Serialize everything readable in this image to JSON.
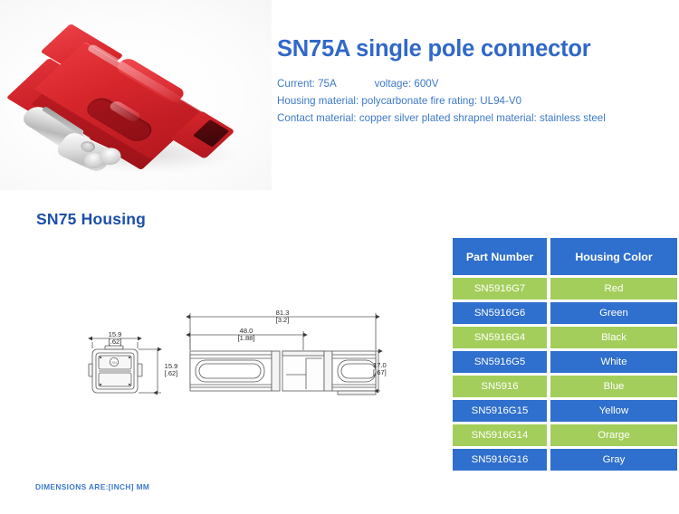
{
  "header": {
    "title": "SN75A single pole connector",
    "specs": [
      {
        "left": "Current: 75A",
        "right": "voltage: 600V"
      },
      {
        "left": "Housing material: polycarbonate fire rating: UL94-V0",
        "right": ""
      },
      {
        "left": "Contact material: copper silver plated shrapnel material: stainless steel",
        "right": ""
      }
    ]
  },
  "section": {
    "heading": "SN75 Housing"
  },
  "drawing": {
    "dimensions": {
      "overall_length_mm": "81.3",
      "overall_length_in": "[3.2]",
      "body_length_mm": "48.0",
      "body_length_in": "[1.88]",
      "front_width_mm": "15.9",
      "front_width_in": "[.62]",
      "front_height_mm": "15.9",
      "front_height_in": "[.62]",
      "side_height_mm": "17.0",
      "side_height_in": "[.67]"
    },
    "note": "DIMENSIONS ARE:[INCH] MM"
  },
  "table": {
    "headers": [
      "Part Number",
      "Housing Color"
    ],
    "rows": [
      {
        "part": "SN5916G7",
        "color": "Red",
        "style": "green"
      },
      {
        "part": "SN5916G6",
        "color": "Green",
        "style": "blue"
      },
      {
        "part": "SN5916G4",
        "color": "Black",
        "style": "green"
      },
      {
        "part": "SN5916G5",
        "color": "White",
        "style": "blue"
      },
      {
        "part": "SN5916",
        "color": "Blue",
        "style": "green"
      },
      {
        "part": "SN5916G15",
        "color": "Yellow",
        "style": "blue"
      },
      {
        "part": "SN5916G14",
        "color": "Orarge",
        "style": "green"
      },
      {
        "part": "SN5916G16",
        "color": "Gray",
        "style": "blue"
      }
    ]
  },
  "colors": {
    "title_blue": "#3168c8",
    "heading_blue": "#1c4fa8",
    "spec_blue": "#3e79c9",
    "table_blue": "#2f6fcd",
    "table_green": "#a3ce5b",
    "housing_red": "#d8272d"
  }
}
